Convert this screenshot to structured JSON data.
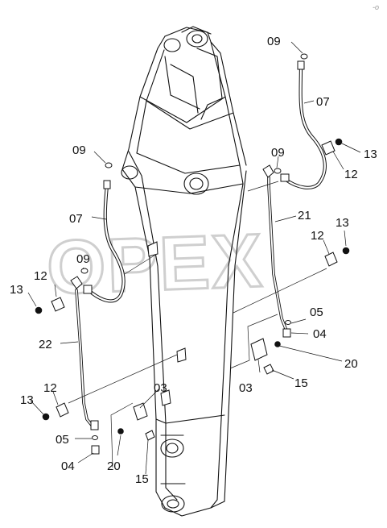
{
  "watermark": "OPEX",
  "corner_mark": "-o",
  "callouts": [
    {
      "id": "c09a",
      "text": "09"
    },
    {
      "id": "c07a",
      "text": "07"
    },
    {
      "id": "c13a",
      "text": "13"
    },
    {
      "id": "c12a",
      "text": "12"
    },
    {
      "id": "c09b",
      "text": "09"
    },
    {
      "id": "c09c",
      "text": "09"
    },
    {
      "id": "c07b",
      "text": "07"
    },
    {
      "id": "c21",
      "text": "21"
    },
    {
      "id": "c13b",
      "text": "13"
    },
    {
      "id": "c12b",
      "text": "12"
    },
    {
      "id": "c09d",
      "text": "09"
    },
    {
      "id": "c12c",
      "text": "12"
    },
    {
      "id": "c13c",
      "text": "13"
    },
    {
      "id": "c05a",
      "text": "05"
    },
    {
      "id": "c04a",
      "text": "04"
    },
    {
      "id": "c22",
      "text": "22"
    },
    {
      "id": "c20a",
      "text": "20"
    },
    {
      "id": "c03a",
      "text": "03"
    },
    {
      "id": "c15a",
      "text": "15"
    },
    {
      "id": "c03b",
      "text": "03"
    },
    {
      "id": "c12d",
      "text": "12"
    },
    {
      "id": "c13d",
      "text": "13"
    },
    {
      "id": "c05b",
      "text": "05"
    },
    {
      "id": "c04b",
      "text": "04"
    },
    {
      "id": "c20b",
      "text": "20"
    },
    {
      "id": "c15b",
      "text": "15"
    }
  ]
}
